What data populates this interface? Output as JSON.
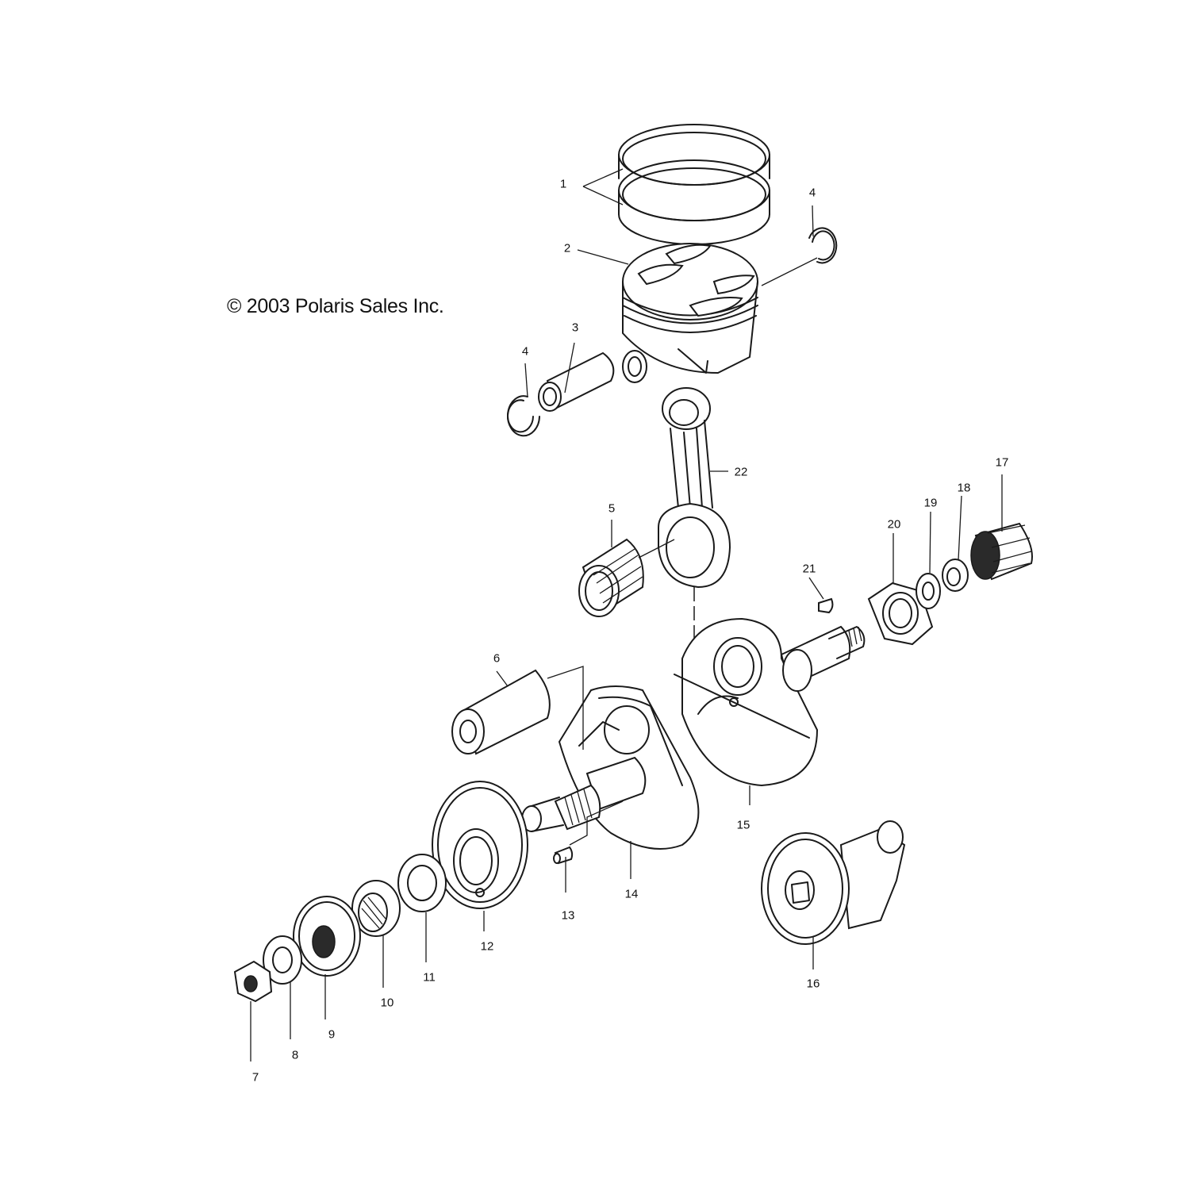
{
  "copyright": "© 2003 Polaris Sales Inc.",
  "callouts": [
    {
      "label": "1"
    },
    {
      "label": "2"
    },
    {
      "label": "3"
    },
    {
      "label": "4"
    },
    {
      "label": "4"
    },
    {
      "label": "5"
    },
    {
      "label": "6"
    },
    {
      "label": "7"
    },
    {
      "label": "8"
    },
    {
      "label": "9"
    },
    {
      "label": "10"
    },
    {
      "label": "11"
    },
    {
      "label": "12"
    },
    {
      "label": "13"
    },
    {
      "label": "14"
    },
    {
      "label": "15"
    },
    {
      "label": "16"
    },
    {
      "label": "17"
    },
    {
      "label": "18"
    },
    {
      "label": "19"
    },
    {
      "label": "20"
    },
    {
      "label": "21"
    },
    {
      "label": "22"
    }
  ]
}
